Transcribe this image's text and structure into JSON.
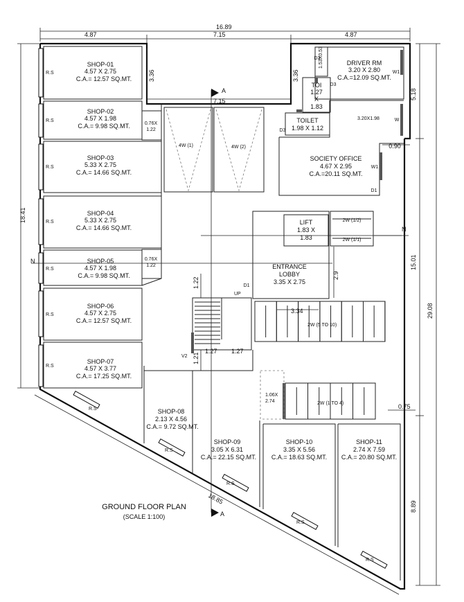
{
  "overall": {
    "top_width": "16.89",
    "top_left": "4.87",
    "top_mid": "7.15",
    "top_right": "4.87",
    "left_height": "18.41",
    "right_total": "29.08",
    "right_upper": "5.18",
    "right_mid": "15.01",
    "right_lower": "8.89",
    "diagonal": "18.85",
    "dim_336a": "3.36",
    "dim_336b": "3.36",
    "dim_715": "7.15",
    "dim_090": "0.90",
    "dim_075": "0.75",
    "dim_334": "3.34",
    "dim_122": "1.22",
    "dim_121": "1.21",
    "dim_127a": "1.27",
    "dim_127b": "1.27",
    "dim_29": "2.9"
  },
  "shops": [
    {
      "name": "SHOP-01",
      "size": "4.57 X 2.75",
      "area": "C.A.= 12.57 SQ.MT."
    },
    {
      "name": "SHOP-02",
      "size": "4.57 X 1.98",
      "area": "C.A.= 9.98 SQ.MT."
    },
    {
      "name": "SHOP-03",
      "size": "5.33 X 2.75",
      "area": "C.A.= 14.66 SQ.MT."
    },
    {
      "name": "SHOP-04",
      "size": "5.33 X 2.75",
      "area": "C.A.= 14.66 SQ.MT."
    },
    {
      "name": "SHOP-05",
      "size": "4.57 X 1.98",
      "area": "C.A.= 9.98 SQ.MT."
    },
    {
      "name": "SHOP-06",
      "size": "4.57 X 2.75",
      "area": "C.A.= 12.57 SQ.MT."
    },
    {
      "name": "SHOP-07",
      "size": "4.57 X 3.77",
      "area": "C.A.= 17.25 SQ.MT."
    },
    {
      "name": "SHOP-08",
      "size": "2.13 X 4.56",
      "area": "C.A.= 9.72 SQ.MT."
    },
    {
      "name": "SHOP-09",
      "size": "3.05 X 6.31",
      "area": "C.A.= 22.15 SQ.MT."
    },
    {
      "name": "SHOP-10",
      "size": "3.35 X 5.56",
      "area": "C.A.= 18.63 SQ.MT."
    },
    {
      "name": "SHOP-11",
      "size": "2.74 X 7.59",
      "area": "C.A.= 20.80 SQ.MT."
    }
  ],
  "rooms": {
    "driver_name": "DRIVER RM",
    "driver_size": "3.20 X 2.80",
    "driver_area": "C.A.=12.09 SQ.MT.",
    "toi_name": "TOI",
    "toi_size_a": "1.27",
    "toi_size_x": "X",
    "toi_size_b": "1.83",
    "toilet_name": "TOILET",
    "toilet_size": "1.98 X 1.12",
    "toilet_right": "3.20X1.98",
    "society_name": "SOCIETY OFFICE",
    "society_size": "4.67 X 2.95",
    "society_area": "C.A.=20.11 SQ.MT.",
    "lift_name": "LIFT",
    "lift_size_a": "1.83 X",
    "lift_size_b": "1.83",
    "lobby_name": "ENTRANCE",
    "lobby_name2": "LOBBY",
    "lobby_size": "3.35 X 2.75",
    "recess_size_a": "1.06X",
    "recess_size_b": "2.74",
    "small_076a": "0.76X",
    "small_122a": "1.22",
    "small_076b": "0.76X",
    "small_122b": "1.22"
  },
  "parking": {
    "car1": "4W (1)",
    "car2": "4W (2)",
    "tw_row1": "2W (5 TO 10)",
    "tw_row2": "2W (1 TO 4)",
    "tw_12a": "2W (1/2)",
    "tw_12b": "2W (1/1)"
  },
  "labels": {
    "rs": "R.S",
    "up": "UP",
    "w1": "W1",
    "w": "W",
    "d1": "D1",
    "d2": "D2",
    "d3": "D3",
    "v2": "V2",
    "section": "A",
    "north": "N",
    "dim_153": "1.53X0.53"
  },
  "title": {
    "main": "GROUND FLOOR PLAN",
    "scale": "(SCALE 1:100)"
  }
}
